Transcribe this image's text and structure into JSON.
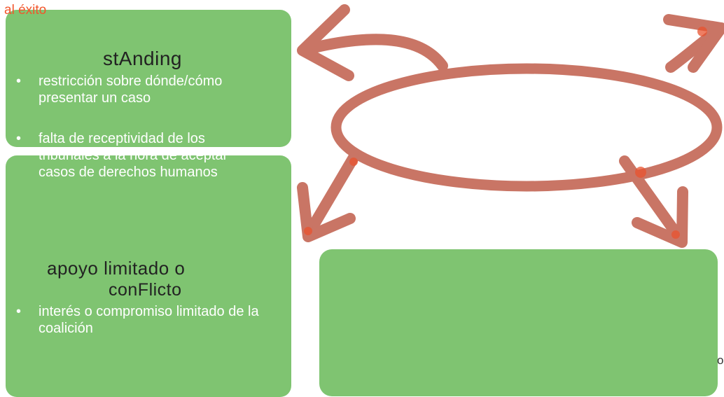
{
  "header": {
    "text": "al éxito"
  },
  "box_top": {
    "title": "stAnding",
    "bullet1": "restricción sobre dónde/cómo presentar un caso",
    "bullet2": "falta de receptividad de los tribunales a la hora de aceptar casos de derechos humanos"
  },
  "box_bottom": {
    "title_line1": "apoyo limitado o",
    "title_line2": "conFlicto",
    "bullet1": "interés o compromiso limitado de la coalición"
  },
  "edge_text": "or",
  "colors": {
    "box_green": "#7fc471",
    "header_orange": "#f2552b",
    "arrow_red": "#c97565",
    "arrow_tip": "#e8532f"
  }
}
